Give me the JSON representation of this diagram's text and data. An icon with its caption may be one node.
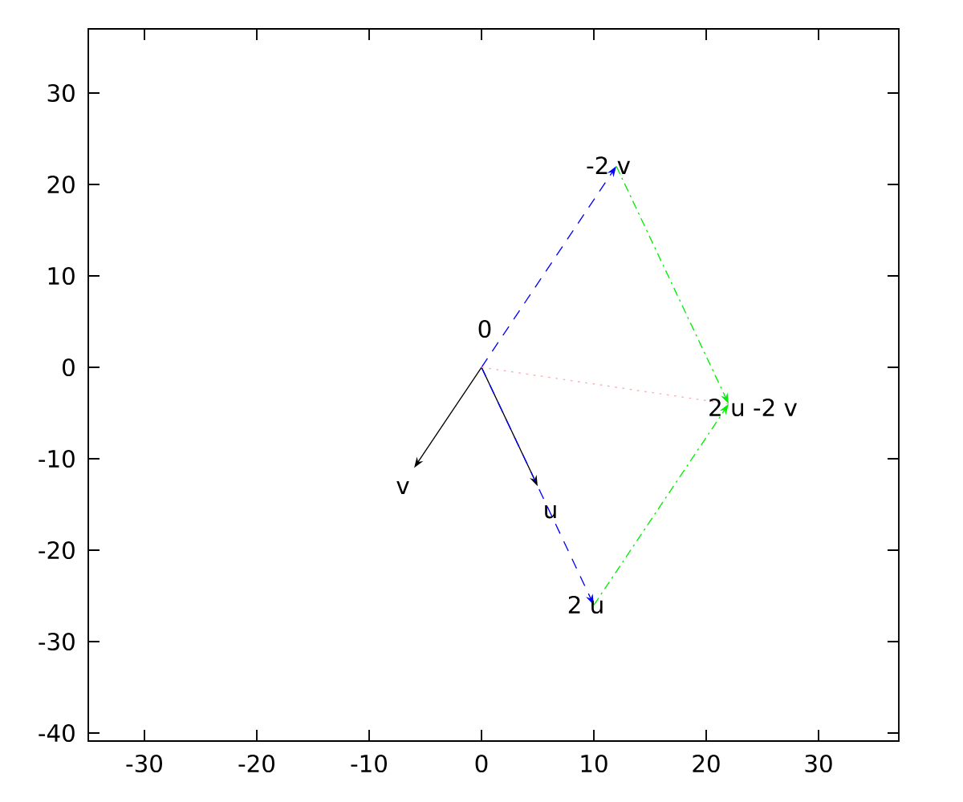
{
  "diagram": {
    "nodes": [
      {
        "text": [
          "0"
        ]
      },
      {
        "text": [
          "v"
        ]
      },
      {
        "text": [
          "u"
        ]
      },
      {
        "text": [
          "2 u"
        ]
      },
      {
        "text": [
          "-2 v"
        ]
      },
      {
        "text": [
          "2 u -2 v"
        ]
      }
    ],
    "edges": [
      {
        "from": 0,
        "to": 1,
        "arrow": "to"
      },
      {
        "from": 0,
        "to": 2,
        "arrow": "to"
      },
      {
        "from": 0,
        "to": 3,
        "arrow": "to",
        "style": "dashed",
        "color": "#0000ff"
      },
      {
        "from": 0,
        "to": 4,
        "arrow": "to",
        "style": "dashed",
        "color": "#0000ff"
      },
      {
        "from": 4,
        "to": 5,
        "arrow": "to",
        "style": "dashed",
        "color": "#00ee00"
      },
      {
        "from": 3,
        "to": 5,
        "arrow": "to",
        "style": "dashed",
        "color": "#00ee00"
      },
      {
        "from": 0,
        "to": 5,
        "arrow": "none",
        "style": "dashed",
        "color": "#ffaaaa"
      }
    ],
    "labels": [
      "30",
      "20",
      "10",
      "0",
      "-10",
      "-20",
      "-30",
      "-40",
      "-30",
      "-20",
      "-10",
      "0",
      "10",
      "20",
      "30"
    ]
  }
}
